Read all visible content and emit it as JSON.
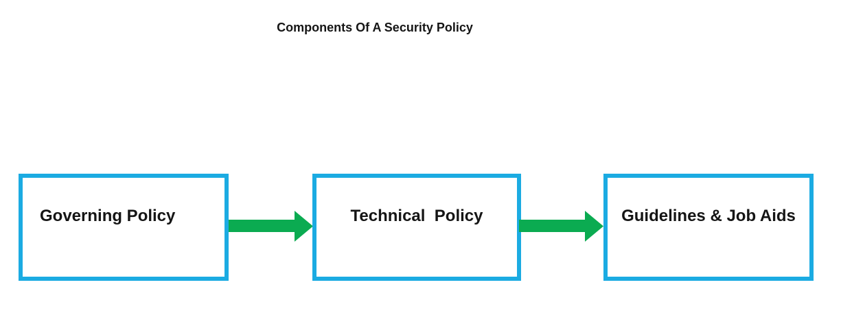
{
  "title": "Components Of A Security Policy",
  "diagram": {
    "boxes": [
      {
        "id": "governing-policy",
        "label": "Governing Policy"
      },
      {
        "id": "technical-policy",
        "label": "Technical  Policy"
      },
      {
        "id": "guidelines-job-aids",
        "label": "Guidelines & Job Aids"
      }
    ],
    "arrows": [
      {
        "from": "governing-policy",
        "to": "technical-policy"
      },
      {
        "from": "technical-policy",
        "to": "guidelines-job-aids"
      }
    ]
  },
  "colors": {
    "box_border": "#1BABE2",
    "arrow": "#0BAB51",
    "text": "#151515",
    "background": "#FFFFFF"
  }
}
